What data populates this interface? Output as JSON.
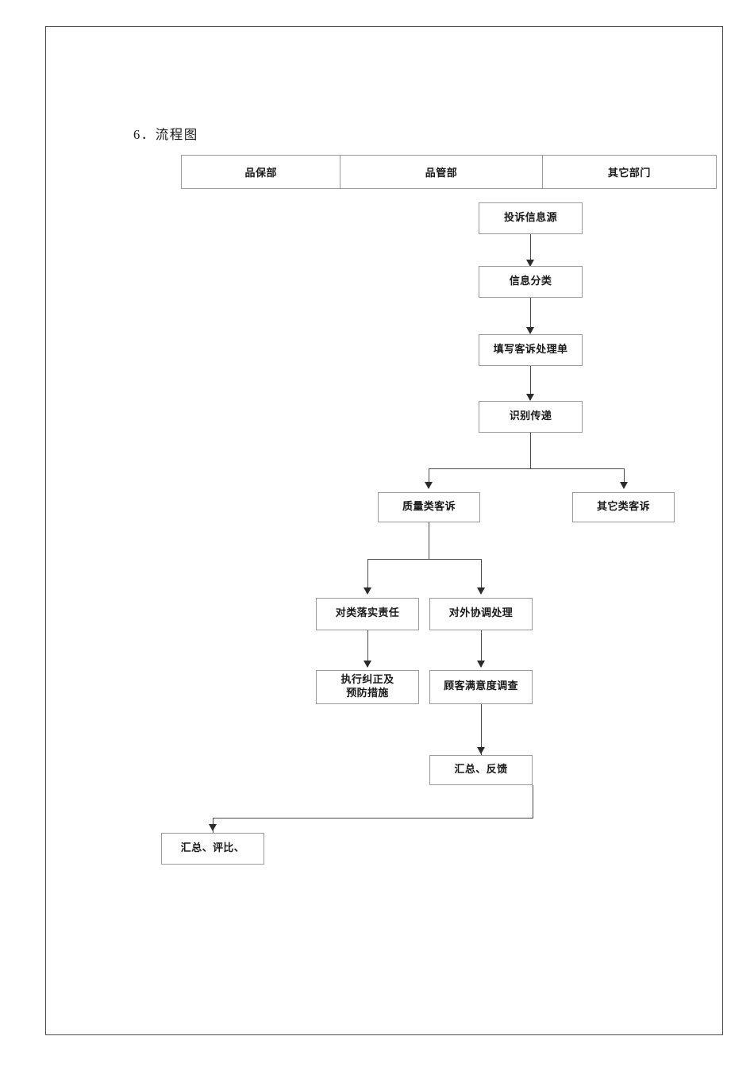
{
  "document": {
    "section_number": "6.",
    "section_title": "6．流程图"
  },
  "lanes": {
    "columns": [
      {
        "label": "品保部"
      },
      {
        "label": "品管部"
      },
      {
        "label": "其它部门"
      }
    ]
  },
  "flowchart": {
    "type": "flowchart",
    "title": "流程图",
    "nodes": [
      {
        "id": "n1",
        "label": "投诉信息源",
        "lane": "品管部"
      },
      {
        "id": "n2",
        "label": "信息分类",
        "lane": "品管部"
      },
      {
        "id": "n3",
        "label": "填写客诉处理单",
        "lane": "品管部"
      },
      {
        "id": "n4",
        "label": "识别传递",
        "lane": "品管部"
      },
      {
        "id": "n5",
        "label": "质量类客诉",
        "lane": "品管部"
      },
      {
        "id": "n6",
        "label": "其它类客诉",
        "lane": "其它部门"
      },
      {
        "id": "n7",
        "label": "对类落实责任",
        "lane": "品保部"
      },
      {
        "id": "n8",
        "label": "对外协调处理",
        "lane": "品管部"
      },
      {
        "id": "n9",
        "label": "执行纠正及\n预防措施",
        "lane": "品保部"
      },
      {
        "id": "n10",
        "label": "顾客满意度调查",
        "lane": "品管部"
      },
      {
        "id": "n11",
        "label": "汇总、反馈",
        "lane": "品管部"
      },
      {
        "id": "n12",
        "label": "汇总、评比、",
        "lane": "品保部"
      }
    ],
    "edges": [
      {
        "from": "n1",
        "to": "n2"
      },
      {
        "from": "n2",
        "to": "n3"
      },
      {
        "from": "n3",
        "to": "n4"
      },
      {
        "from": "n4",
        "to": "n5"
      },
      {
        "from": "n4",
        "to": "n6"
      },
      {
        "from": "n5",
        "to": "n7"
      },
      {
        "from": "n5",
        "to": "n8"
      },
      {
        "from": "n7",
        "to": "n9"
      },
      {
        "from": "n8",
        "to": "n10"
      },
      {
        "from": "n10",
        "to": "n11"
      },
      {
        "from": "n11",
        "to": "n12"
      }
    ]
  },
  "colors": {
    "page_border": "#4c4c4c",
    "box_border": "#9a9a9a",
    "line": "#4a4a4a",
    "text": "#1a1a1a",
    "background": "#ffffff"
  }
}
